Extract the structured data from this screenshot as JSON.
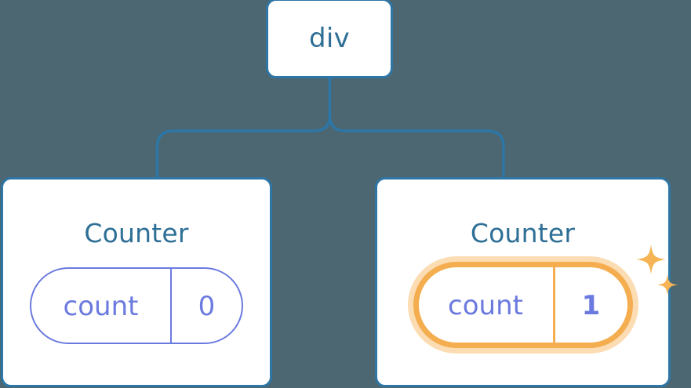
{
  "diagram": {
    "type": "component-tree",
    "background_color": "#4c6771",
    "node_border_color": "#2e76a6",
    "node_text_color": "#2e6f96",
    "state_color": "#6b7adf",
    "highlight_color": "#f4ad4f",
    "highlight_glow_color": "#fbdcb3",
    "connector_color": "#2e76a6"
  },
  "root": {
    "label": "div"
  },
  "children": [
    {
      "title": "Counter",
      "state": {
        "key": "count",
        "value": "0"
      },
      "highlighted": false
    },
    {
      "title": "Counter",
      "state": {
        "key": "count",
        "value": "1"
      },
      "highlighted": true,
      "sparkle_icons": [
        "sparkle-large",
        "sparkle-small"
      ]
    }
  ]
}
